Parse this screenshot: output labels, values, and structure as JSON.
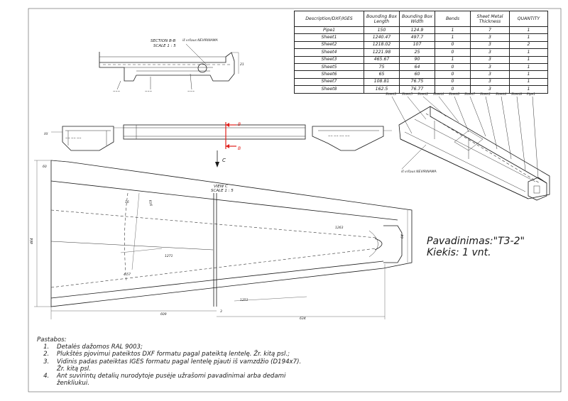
{
  "bom_table": {
    "headers": [
      "Description/DXF/IGES",
      "Bounding Box Length",
      "Bounding Box Width",
      "Bends",
      "Sheet Metal Thickness",
      "QUANTITY"
    ],
    "rows": [
      [
        "Pipe1",
        "150",
        "124.9",
        "1",
        "7",
        "1"
      ],
      [
        "Sheet1",
        "1240.47",
        "497.7",
        "1",
        "3",
        "1"
      ],
      [
        "Sheet2",
        "1218.02",
        "107",
        "0",
        "3",
        "2"
      ],
      [
        "Sheet4",
        "1221.98",
        "25",
        "0",
        "3",
        "1"
      ],
      [
        "Sheet3",
        "465.67",
        "90",
        "1",
        "3",
        "1"
      ],
      [
        "Sheet5",
        "75",
        "64",
        "0",
        "3",
        "1"
      ],
      [
        "Sheet6",
        "65",
        "60",
        "0",
        "3",
        "1"
      ],
      [
        "Sheet7",
        "108.81",
        "76.75",
        "0",
        "3",
        "1"
      ],
      [
        "Sheet8",
        "162.5",
        "76.77",
        "0",
        "3",
        "1"
      ]
    ]
  },
  "section_label": {
    "line1": "SECTION B-B",
    "line2": "SCALE 1 : 5"
  },
  "section_callout": "iš vršaus NEVIRINAMA",
  "view_label": {
    "line1": "VIEW C",
    "line2": "SCALE 1 : 5"
  },
  "view_arrow_letter": "C",
  "cut_letters": [
    "B",
    "B"
  ],
  "iso_callout": "iš vršaus NEVIRINAMA",
  "iso_parts": [
    "Sheet3",
    "Sheet5",
    "Sheet2",
    "Sheet4",
    "Sheet6",
    "Sheet7",
    "Sheet1",
    "Sheet4",
    "Sheet8",
    "Pipe1"
  ],
  "dimensions": {
    "top_left": "60",
    "left_height": "464",
    "right_height": "64",
    "mid_a": "1263",
    "mid_b": "1271",
    "diag": "1251",
    "bottom_a": "609",
    "bottom_b": "3",
    "bottom_c": "634",
    "small_a": "616",
    "small_b": "16",
    "small_c": "4.57"
  },
  "title_block": {
    "name": "Pavadinimas:\"T3-2\"",
    "qty": "Kiekis: 1 vnt."
  },
  "notes": {
    "heading": "Pastabos:",
    "items": [
      "Detalės dažomos RAL 9003;",
      "Plukštės pjovimui pateiktos DXF formatu pagal pateiktą lentelę. Žr. kitą psl.;",
      "Vidinis padas pateiktas IGES formatu pagal lentelę pjauti iš vamzdžio (D194x7). Žr. kitą psl.",
      "Ant suvirintų detalių nurodytoje pusėje užrašomi pavadinimai arba dedami ženkliukui."
    ]
  },
  "colors": {
    "line": "#1a1a1a",
    "cut_arrow": "#e0201c"
  }
}
